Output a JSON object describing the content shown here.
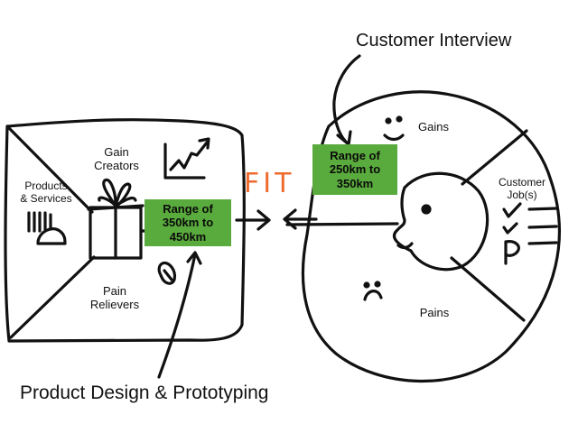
{
  "titles": {
    "customer_interview": "Customer Interview",
    "product_design": "Product Design & Prototyping"
  },
  "value_map": {
    "gain_creators": "Gain\nCreators",
    "products_services": "Products\n& Services",
    "pain_relievers": "Pain\nRelievers",
    "range_label": "Range of\n350km to\n450km"
  },
  "customer_profile": {
    "gains": "Gains",
    "customer_jobs": "Customer\nJob(s)",
    "pains": "Pains",
    "range_label": "Range of\n250km to\n350km"
  },
  "fit_label": "FIT",
  "colors": {
    "range_box": "#5aab3e",
    "fit": "#ee6b2e",
    "ink": "#111111"
  }
}
